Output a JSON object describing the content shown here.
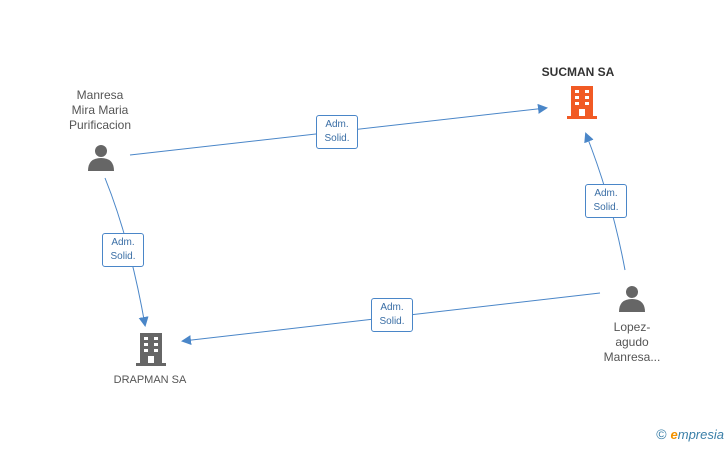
{
  "nodes": {
    "manresa": {
      "lines": [
        "Manresa",
        "Mira Maria",
        "Purificacion"
      ],
      "type": "person"
    },
    "sucman": {
      "name": "SUCMAN SA",
      "type": "company",
      "color": "#f15a24"
    },
    "drapman": {
      "name": "DRAPMAN SA",
      "type": "company",
      "color": "#666666"
    },
    "lopez": {
      "lines": [
        "Lopez-",
        "agudo",
        "Manresa..."
      ],
      "type": "person"
    }
  },
  "edges": [
    {
      "from": "manresa",
      "to": "sucman",
      "label_line1": "Adm.",
      "label_line2": "Solid."
    },
    {
      "from": "manresa",
      "to": "drapman",
      "label_line1": "Adm.",
      "label_line2": "Solid."
    },
    {
      "from": "lopez",
      "to": "sucman",
      "label_line1": "Adm.",
      "label_line2": "Solid."
    },
    {
      "from": "lopez",
      "to": "drapman",
      "label_line1": "Adm.",
      "label_line2": "Solid."
    }
  ],
  "colors": {
    "edge": "#4a86c8",
    "person_icon": "#666666"
  },
  "footer": {
    "copyright_symbol": "©",
    "brand_first": "e",
    "brand_rest": "mpresia"
  }
}
